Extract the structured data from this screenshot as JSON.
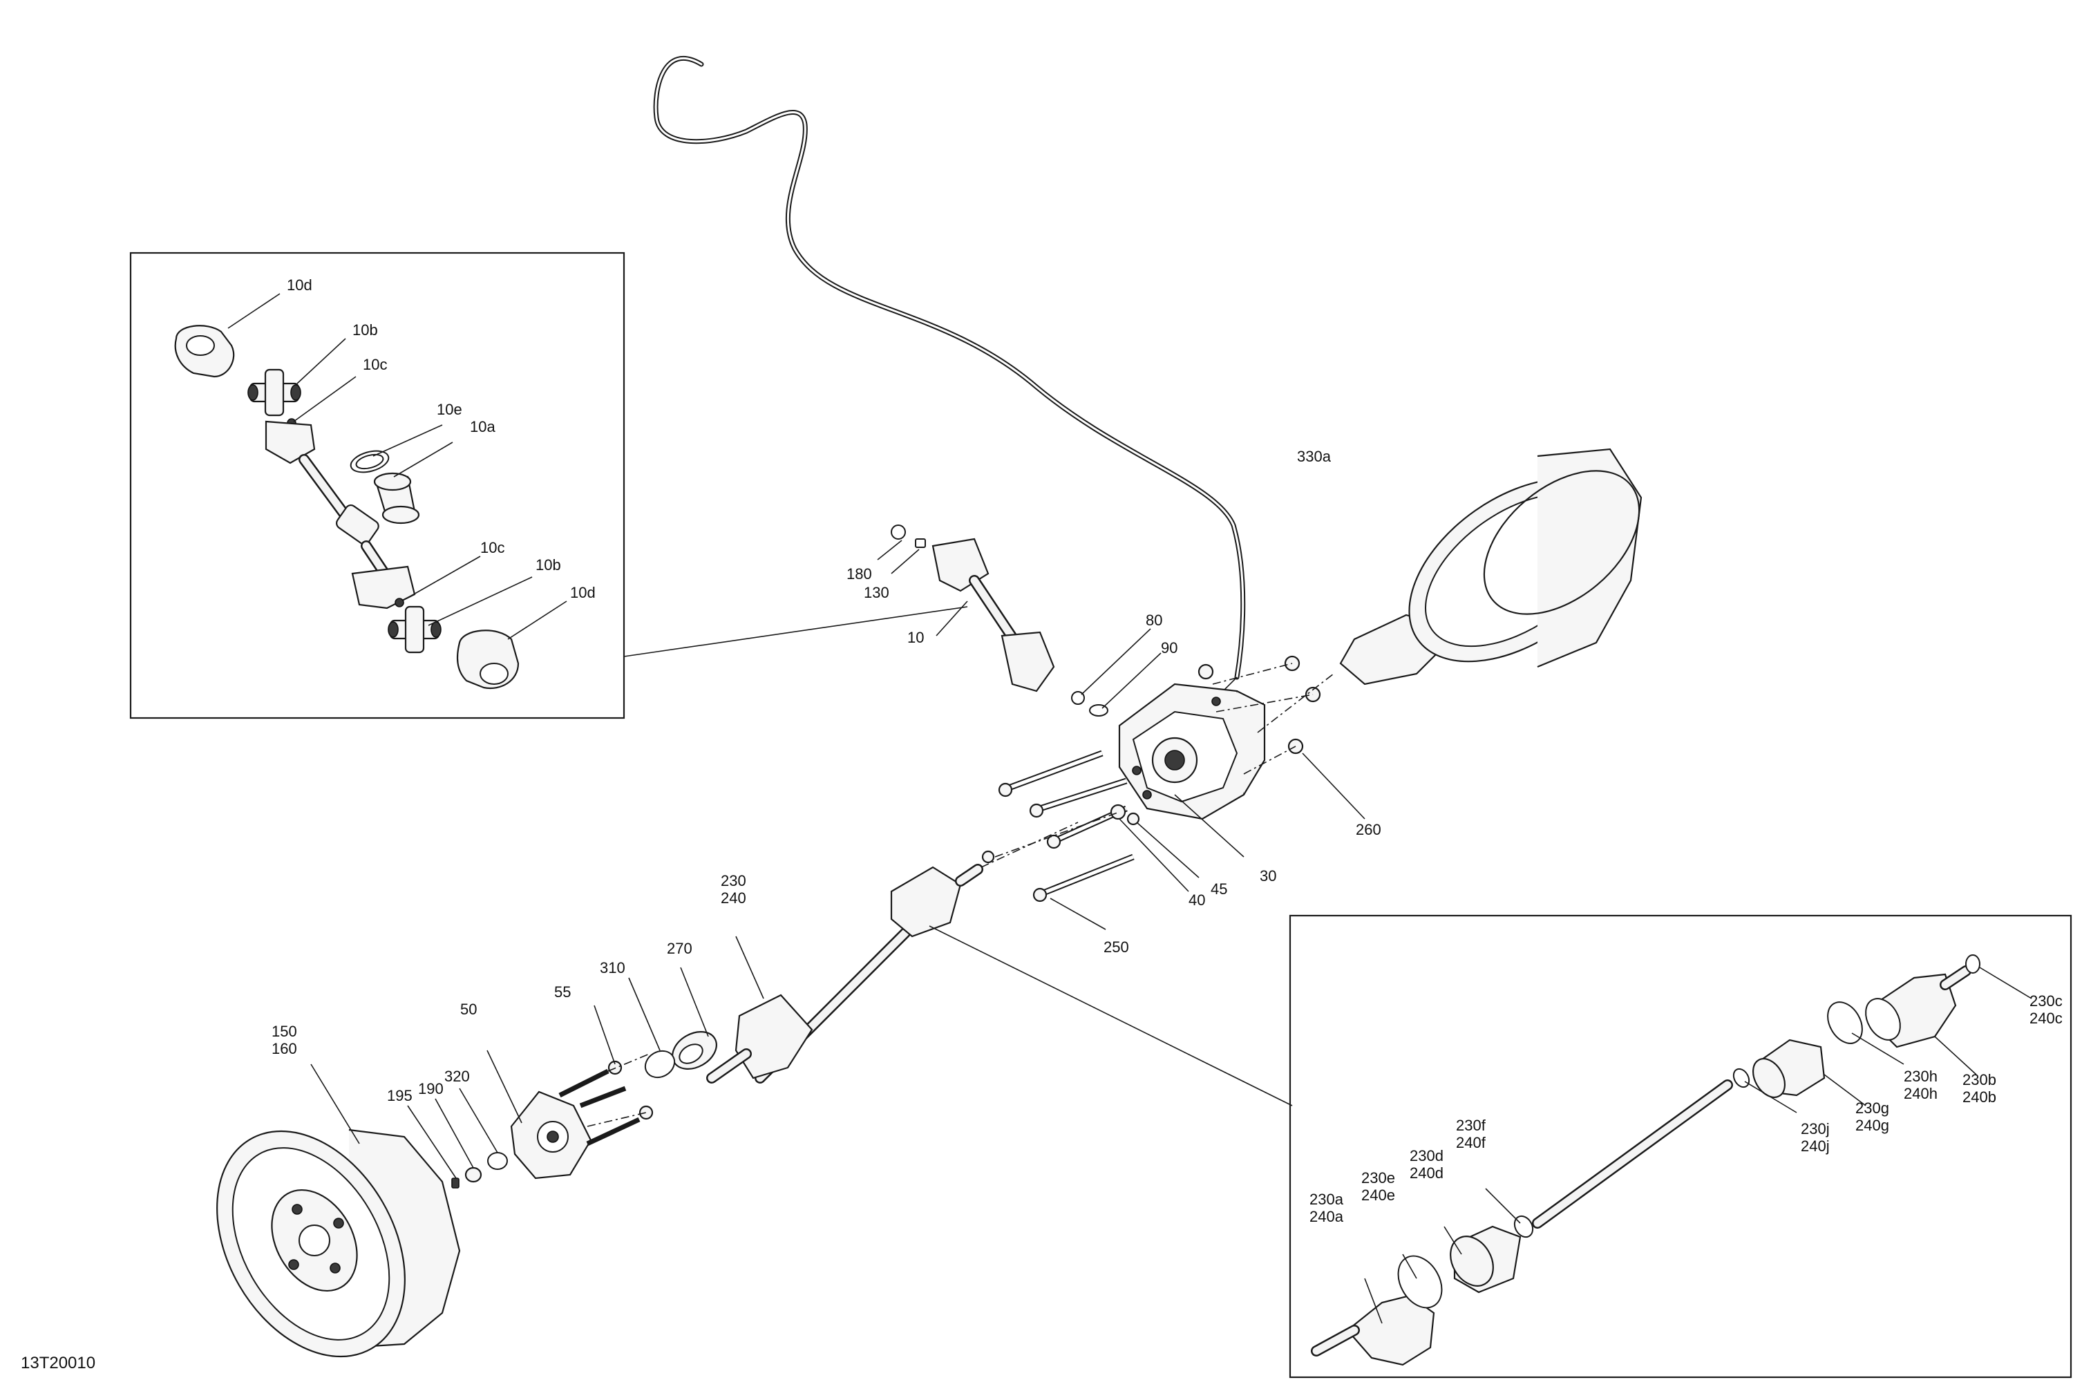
{
  "diagram_id": "13T20010",
  "callouts": {
    "c10d_top": "10d",
    "c10b_top": "10b",
    "c10c_top": "10c",
    "c10e": "10e",
    "c10a": "10a",
    "c10c_bot": "10c",
    "c10b_bot": "10b",
    "c10d_bot": "10d",
    "c330a": "330a",
    "c180": "180",
    "c130": "130",
    "c10": "10",
    "c80": "80",
    "c90": "90",
    "c260": "260",
    "c30": "30",
    "c45": "45",
    "c40": "40",
    "c250": "250",
    "c230_top": "230",
    "c240_top": "240",
    "c270": "270",
    "c310": "310",
    "c55": "55",
    "c50": "50",
    "c320": "320",
    "c190": "190",
    "c195": "195",
    "c150": "150",
    "c160": "160",
    "c230c": "230c",
    "c240c": "240c",
    "c230b": "230b",
    "c240b": "240b",
    "c230h": "230h",
    "c240h": "240h",
    "c230g": "230g",
    "c240g": "240g",
    "c230j": "230j",
    "c240j": "240j",
    "c230f": "230f",
    "c240f": "240f",
    "c230d": "230d",
    "c240d": "240d",
    "c230e": "230e",
    "c240e": "240e",
    "c230a": "230a",
    "c240a": "240a"
  }
}
